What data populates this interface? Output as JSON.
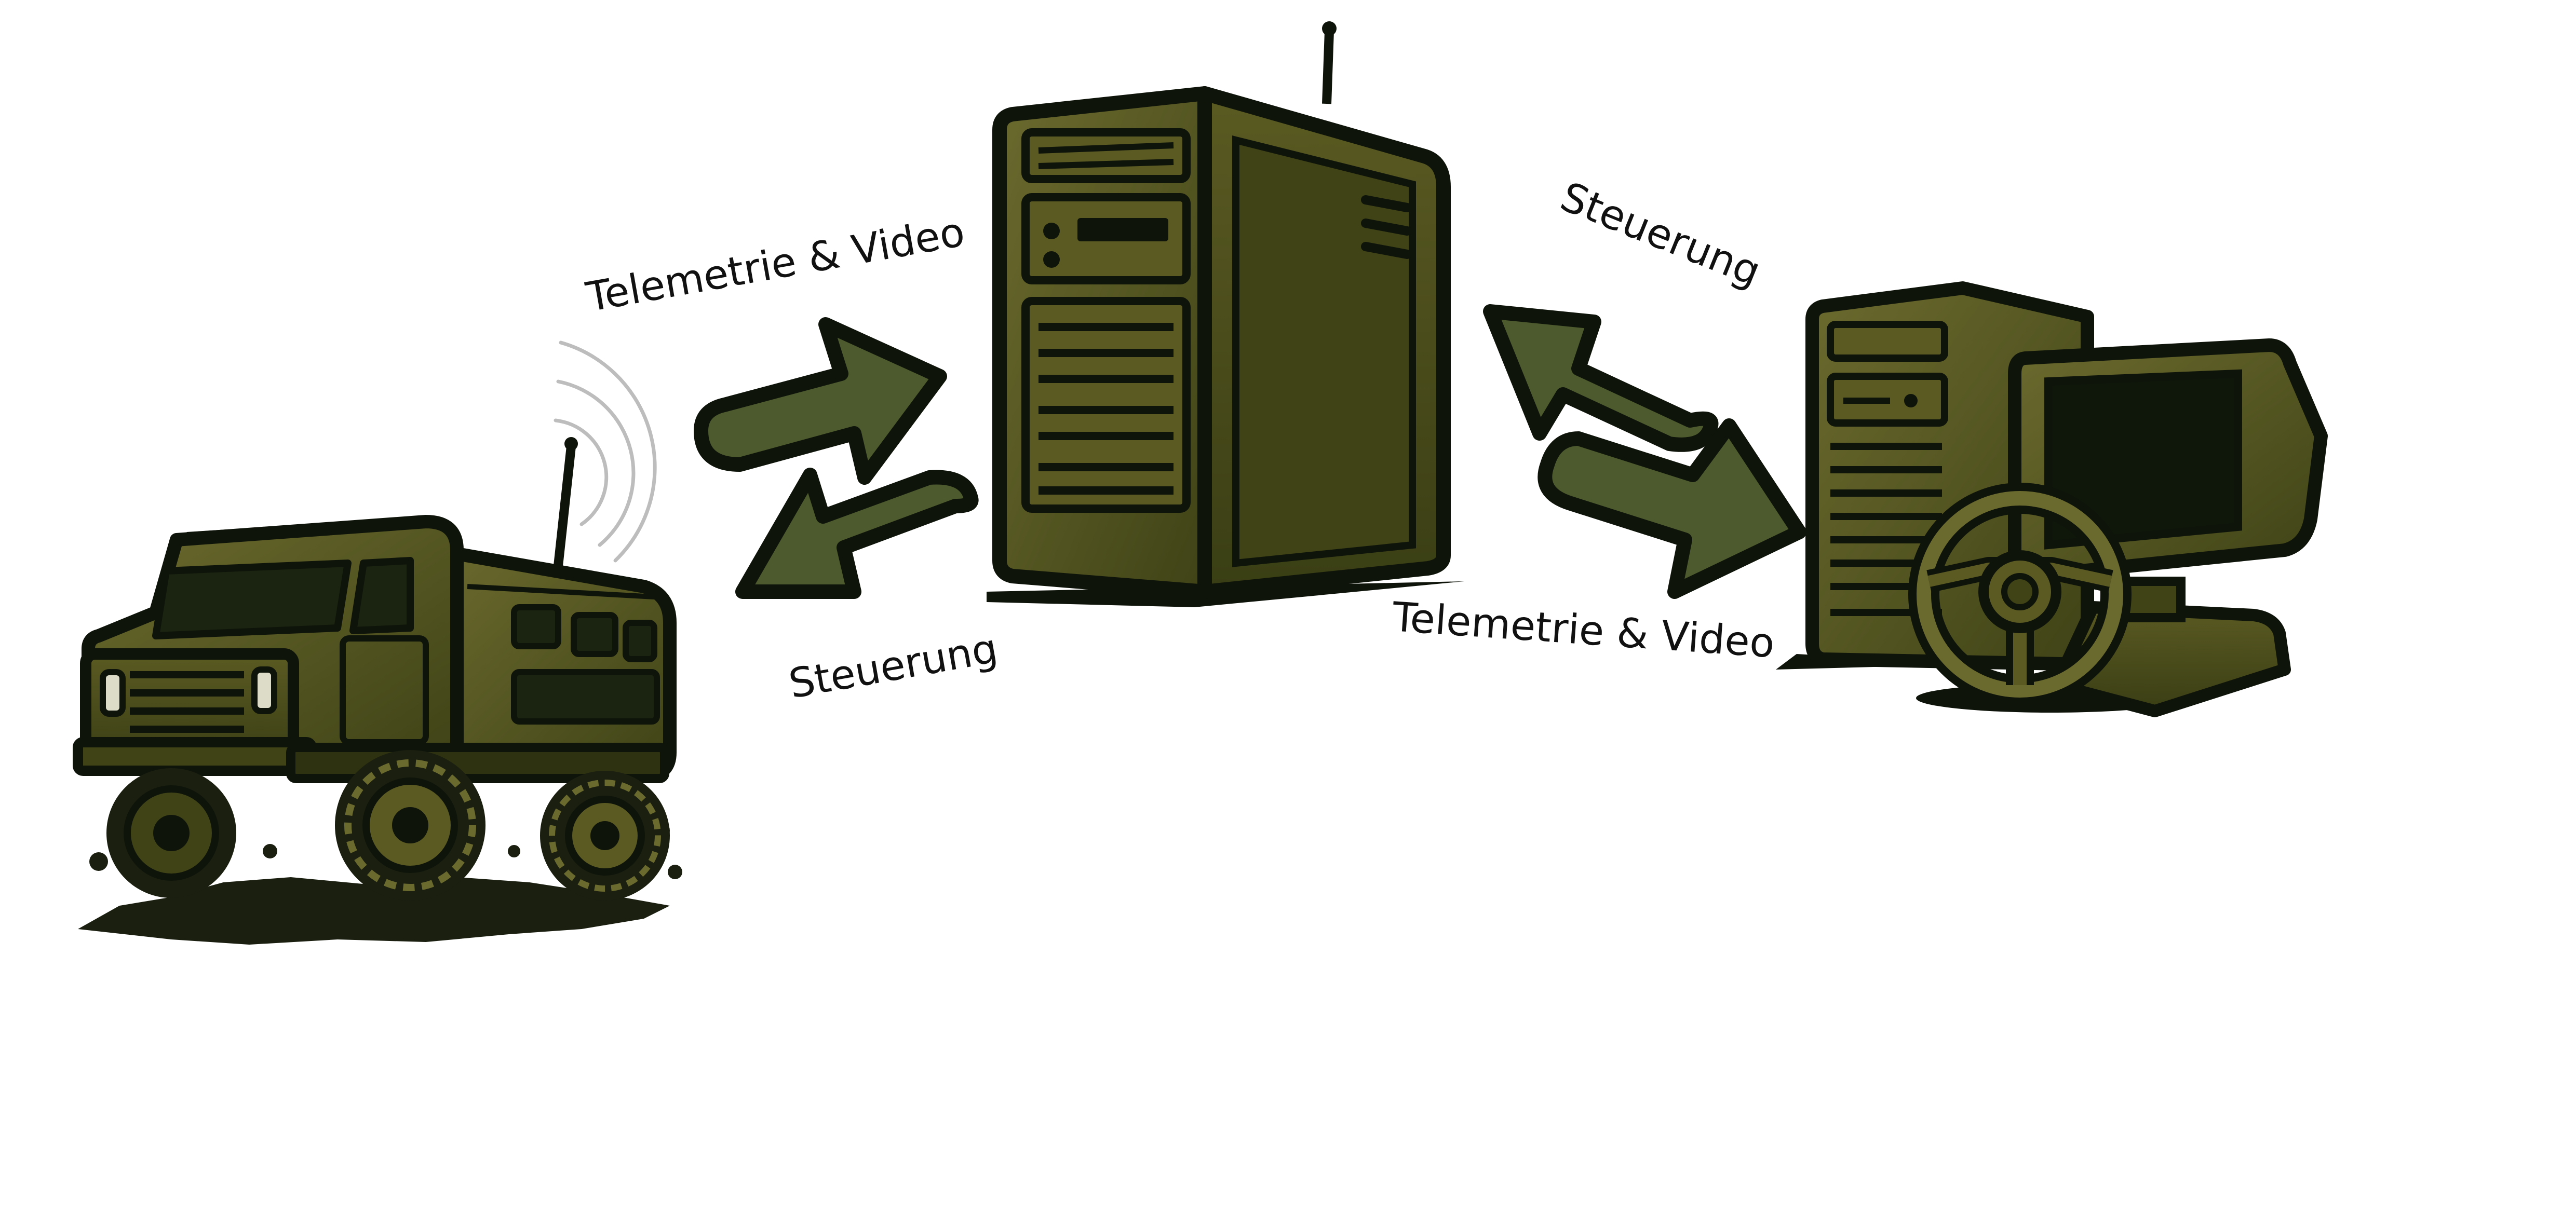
{
  "labels": {
    "left_upper": "Telemetrie & Video",
    "left_lower": "Steuerung",
    "right_upper": "Steuerung",
    "right_lower": "Telemetrie & Video"
  },
  "colors": {
    "outline": "#0f140a",
    "body_light": "#6b6a2e",
    "body_dark": "#3f4316",
    "arrow_fill": "#4d5a2e",
    "mud": "#1a1f10",
    "screen": "#0f160a",
    "wave": "#bdbdbd"
  },
  "icons": {
    "vehicle": "military-truck-icon",
    "server": "server-tower-icon",
    "station": "control-station-icon"
  }
}
